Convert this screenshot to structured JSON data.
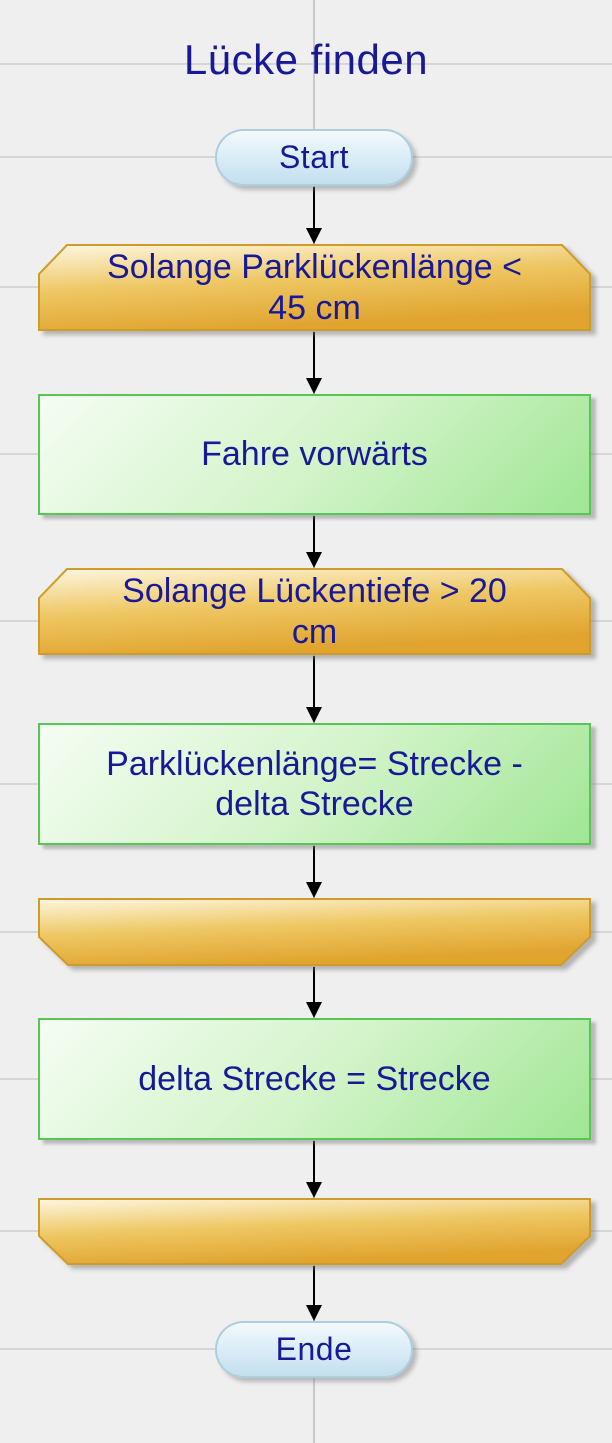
{
  "canvas": {
    "background": "#efefef",
    "guide_line_color": "#d6d6d6",
    "center_guide_color": "#c9c9c9"
  },
  "diagram": {
    "title": "Lücke finden",
    "text_color": "#191997",
    "nodes": [
      {
        "type": "terminator",
        "label": "Start"
      },
      {
        "type": "loop_start",
        "label": "Solange Parklückenlänge <\n45 cm"
      },
      {
        "type": "process",
        "label": "Fahre vorwärts"
      },
      {
        "type": "loop_start",
        "label": "Solange Lückentiefe > 20\ncm"
      },
      {
        "type": "process",
        "label": "Parklückenlänge= Strecke -\ndelta Strecke"
      },
      {
        "type": "loop_end",
        "label": ""
      },
      {
        "type": "process",
        "label": "delta Strecke = Strecke"
      },
      {
        "type": "loop_end",
        "label": ""
      },
      {
        "type": "terminator",
        "label": "Ende"
      }
    ],
    "colors": {
      "terminator_fill_top": "#f3f9fc",
      "terminator_fill_bottom": "#c3dfee",
      "terminator_border": "#adcede",
      "loop_fill_light": "#fdf6e0",
      "loop_fill_mid": "#eec763",
      "loop_fill_dark": "#e0a42f",
      "loop_border": "#cf9c2b",
      "process_fill_light": "#f5fdf3",
      "process_fill_dark": "#a0e695",
      "process_border": "#57c654",
      "arrow_color": "#000000"
    }
  }
}
